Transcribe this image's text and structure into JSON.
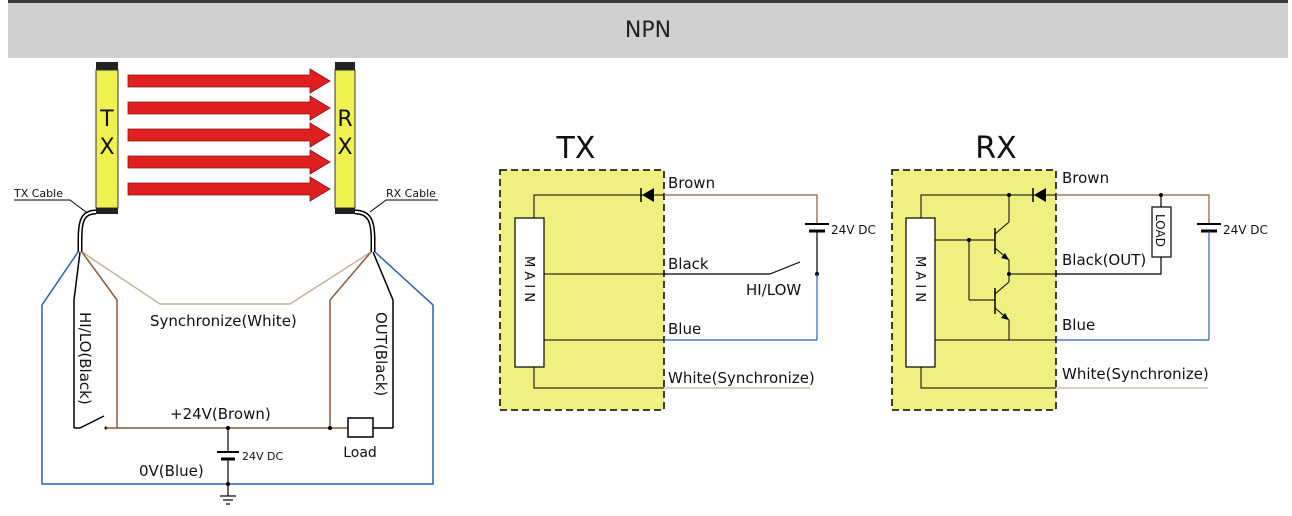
{
  "header": {
    "title": "NPN"
  },
  "colors": {
    "brown": "#8B5A3C",
    "blue": "#2E5FAF",
    "white_wire": "#C9B3A0",
    "black": "#000000",
    "yellow": "#F0F080",
    "beam": "#E02020"
  },
  "left": {
    "tx_letters": [
      "T",
      "X"
    ],
    "rx_letters": [
      "R",
      "X"
    ],
    "tx_cable": "TX Cable",
    "rx_cable": "RX Cable",
    "sync": "Synchronize(White)",
    "hilo": "HI/LO(Black)",
    "out": "OUT(Black)",
    "plus24": "+24V(Brown)",
    "zero": "0V(Blue)",
    "dc": "24V DC",
    "load": "Load"
  },
  "tx": {
    "title": "TX",
    "main": "M A I N",
    "brown": "Brown",
    "black": "Black",
    "blue": "Blue",
    "white": "White(Synchronize)",
    "dc": "24V DC",
    "switch": "HI/LOW"
  },
  "rx": {
    "title": "RX",
    "main": "M A I N",
    "brown": "Brown",
    "black": "Black(OUT)",
    "blue": "Blue",
    "white": "White(Synchronize)",
    "dc": "24V DC",
    "load": "LOAD"
  }
}
